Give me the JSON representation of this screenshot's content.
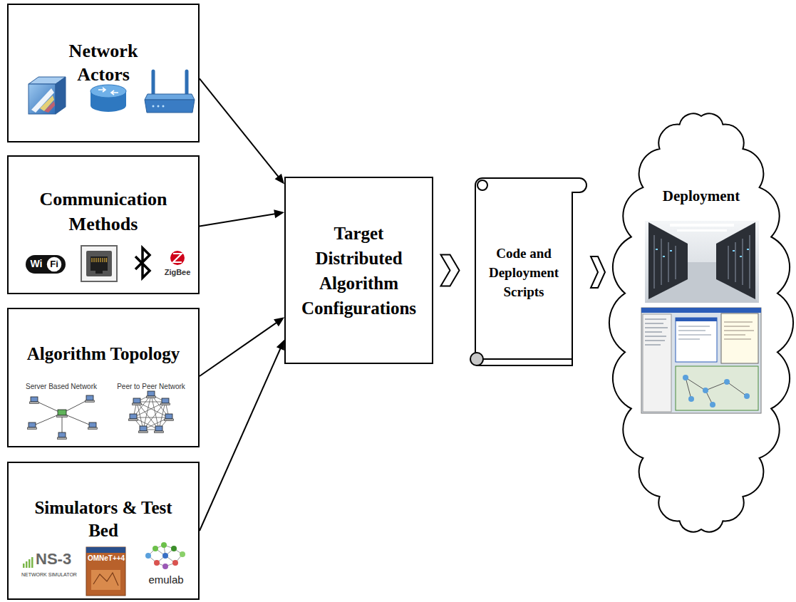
{
  "diagram": {
    "nodes": [
      {
        "text": [
          "Network Actors"
        ]
      },
      {
        "text": [
          "Communication Methods"
        ]
      },
      {
        "text": [
          "Algorithm Topology"
        ]
      },
      {
        "text": [
          "Simulators & Test Bed"
        ]
      },
      {
        "text": [
          "Target Distributed Algorithm Configurations"
        ]
      },
      {
        "text": [
          "Code and Deployment Scripts"
        ]
      },
      {
        "text": [
          "Deployment"
        ]
      }
    ],
    "edges": [
      {
        "from": 0,
        "to": 4,
        "arrow": "to"
      },
      {
        "from": 1,
        "to": 4,
        "arrow": "to"
      },
      {
        "from": 2,
        "to": 4,
        "arrow": "to"
      },
      {
        "from": 3,
        "to": 4,
        "arrow": "to"
      },
      {
        "from": 4,
        "to": 5,
        "arrow": "to"
      },
      {
        "from": 5,
        "to": 6,
        "arrow": "to"
      }
    ],
    "labels": [
      "Wi",
      "Fi",
      "ZigBee",
      "Server Based Network",
      "Peer to Peer Network",
      "NS-3",
      "NETWORK SIMULATOR",
      "OMNeT++4",
      "emulab"
    ]
  }
}
